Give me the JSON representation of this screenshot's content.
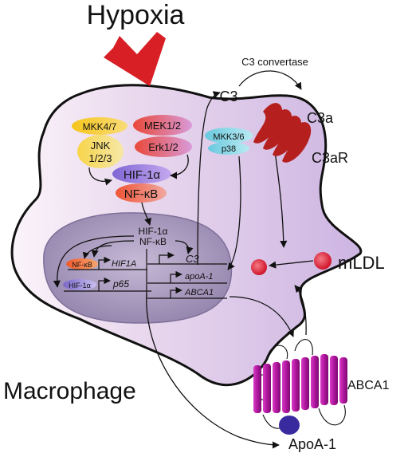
{
  "title": "Hypoxia",
  "cell_label": "Macrophage",
  "signaling": {
    "mkk47": "MKK4/7",
    "jnk_line1": "JNK",
    "jnk_line2": "1/2/3",
    "mek12": "MEK1/2",
    "erk12": "Erk1/2",
    "hif1a": "HIF-1α",
    "nfkb": "NF-κB",
    "mkk36": "MKK3/6",
    "p38": "p38"
  },
  "nucleus": {
    "hif1a": "HIF-1α",
    "nfkb": "NF-κB",
    "nfkb_small": "NF-κB",
    "hif1a_gene": "HIF1A",
    "hif1a_small": "HIF-1α",
    "p65_gene": "p65",
    "c3_gene": "C3",
    "apoa1_gene": "apoA-1",
    "abca1_gene": "ABCA1"
  },
  "extracellular": {
    "c3": "C3",
    "convertase": "C3 convertase",
    "c3a": "C3a",
    "c3ar": "C3aR",
    "mldl": "mLDL",
    "abca1": "ABCA1",
    "apoa1": "ApoA-1"
  },
  "colors": {
    "hypoxia_arrow": "#d81f26",
    "cell_fill": "#d9c3e6",
    "nucleus_fill": "#a89bbd",
    "mkk47": "#f3c21a",
    "mek12": "#e8613a",
    "hif1a": "#8d73d6",
    "nfkb": "#ee6a4a",
    "mkk36": "#7cd3e3",
    "receptor": "#b5201f",
    "abca1": "#b0169e",
    "apoa1": "#3a2aa0",
    "mldl": "#d81f2f"
  }
}
